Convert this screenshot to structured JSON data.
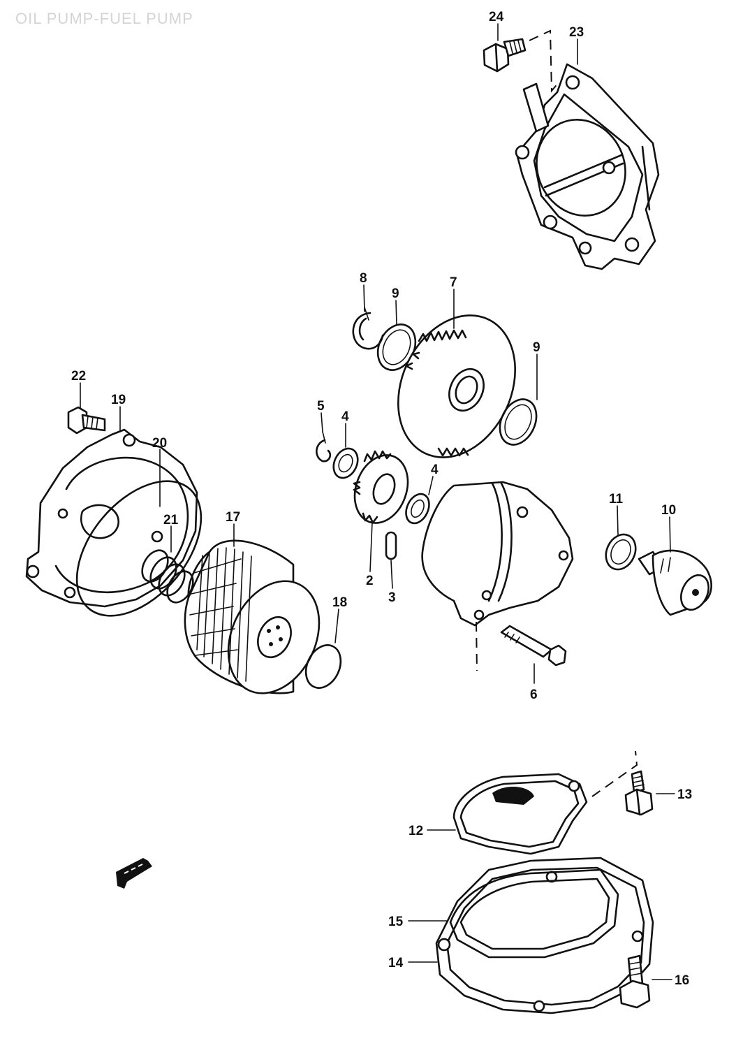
{
  "title": "OIL PUMP-FUEL PUMP",
  "callouts": [
    {
      "id": "n24",
      "text": "24"
    },
    {
      "id": "n23",
      "text": "23"
    },
    {
      "id": "n8",
      "text": "8"
    },
    {
      "id": "n9a",
      "text": "9"
    },
    {
      "id": "n7",
      "text": "7"
    },
    {
      "id": "n9b",
      "text": "9"
    },
    {
      "id": "n22",
      "text": "22"
    },
    {
      "id": "n19",
      "text": "19"
    },
    {
      "id": "n20",
      "text": "20"
    },
    {
      "id": "n21",
      "text": "21"
    },
    {
      "id": "n17",
      "text": "17"
    },
    {
      "id": "n5",
      "text": "5"
    },
    {
      "id": "n4a",
      "text": "4"
    },
    {
      "id": "n4b",
      "text": "4"
    },
    {
      "id": "n2",
      "text": "2"
    },
    {
      "id": "n3",
      "text": "3"
    },
    {
      "id": "n18",
      "text": "18"
    },
    {
      "id": "n11",
      "text": "11"
    },
    {
      "id": "n10",
      "text": "10"
    },
    {
      "id": "n6",
      "text": "6"
    },
    {
      "id": "n13",
      "text": "13"
    },
    {
      "id": "n12",
      "text": "12"
    },
    {
      "id": "n15",
      "text": "15"
    },
    {
      "id": "n14",
      "text": "14"
    },
    {
      "id": "n16",
      "text": "16"
    }
  ]
}
